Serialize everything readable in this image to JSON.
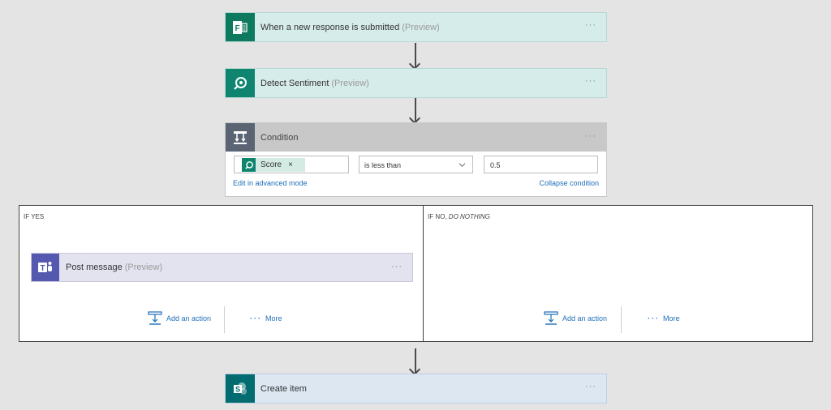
{
  "steps": {
    "trigger": {
      "title": "When a new response is submitted",
      "tag": "(Preview)",
      "menu": "···",
      "icon": "forms-icon"
    },
    "sentiment": {
      "title": "Detect Sentiment",
      "tag": "(Preview)",
      "menu": "···",
      "icon": "sentiment-icon"
    },
    "condition": {
      "title": "Condition",
      "menu": "···",
      "icon": "condition-icon",
      "token_label": "Score",
      "token_remove": "×",
      "operator": "is less than",
      "value": "0.5",
      "advanced_link": "Edit in advanced mode",
      "collapse_link": "Collapse condition"
    },
    "create_item": {
      "title": "Create item",
      "menu": "···",
      "icon": "sharepoint-icon"
    }
  },
  "branches": {
    "yes": {
      "label": "IF YES",
      "action": {
        "title": "Post message",
        "tag": "(Preview)",
        "menu": "···",
        "icon": "teams-icon"
      },
      "add_action": "Add an action",
      "more_dots": "···",
      "more": "More"
    },
    "no": {
      "label_prefix": "IF NO,",
      "label_italic": "DO NOTHING",
      "add_action": "Add an action",
      "more_dots": "···",
      "more": "More"
    }
  },
  "colors": {
    "accent_link": "#1e6fb8",
    "forms": "#0d7a5f",
    "teams": "#5558af",
    "sharepoint": "#036c70"
  }
}
